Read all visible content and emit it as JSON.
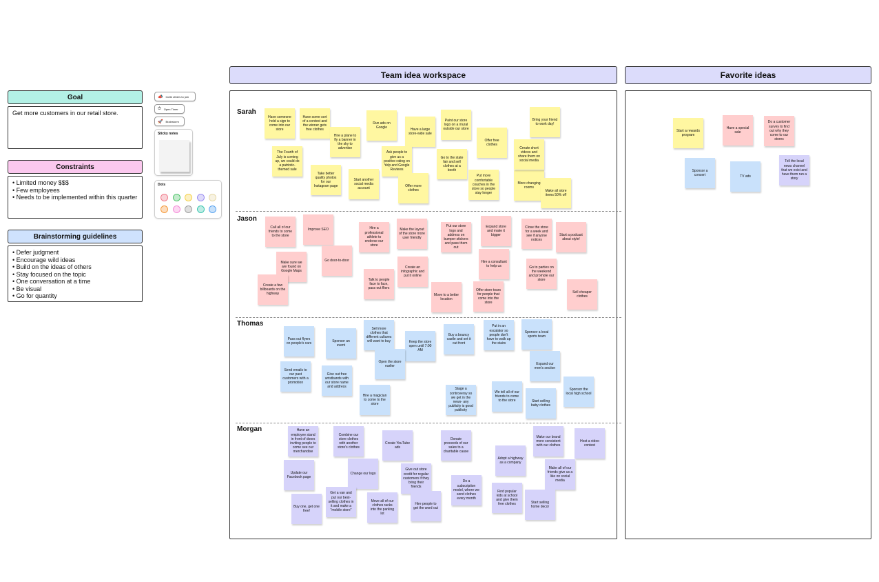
{
  "colors": {
    "goal": "#b3f1e6",
    "constraints": "#fbc8ee",
    "guidelines": "#cfe2fd",
    "workspace_header": "#dcdcfb",
    "sticky_yellow": "#fff7a1",
    "sticky_pink": "#ffcece",
    "sticky_blue": "#c9e1fb",
    "sticky_violet": "#d6d3fa"
  },
  "left": {
    "goal": {
      "title": "Goal",
      "text": "Get more customers in our retail store."
    },
    "constraints": {
      "title": "Constraints",
      "items": [
        "Limited money $$$",
        "Few employees",
        "Needs to be implemented within this quarter"
      ]
    },
    "guidelines": {
      "title": "Brainstorming guidelines",
      "items": [
        "Defer judgment",
        "Encourage wild ideas",
        "Build on the ideas of others",
        "Stay focused on the topic",
        "One conversation at a time",
        "Be visual",
        "Go for quantity"
      ]
    }
  },
  "tools": {
    "invite": {
      "label": "Invite others to join",
      "icon": "megaphone-icon"
    },
    "timer": {
      "label": "Open Timer",
      "icon": "timer-icon"
    },
    "brainstorm": {
      "label": "Brainstorm",
      "icon": "rocket-icon"
    },
    "sticky_notes_title": "Sticky notes",
    "dots_title": "Dots",
    "dot_colors": [
      "#f07a8a",
      "#4fc46a",
      "#f5d14a",
      "#9c8ff0",
      "#e6d9a8",
      "#f59a3c",
      "#f58ad8",
      "#a0a0a0",
      "#3fc7b0",
      "#5aa4f0"
    ]
  },
  "workspace": {
    "title": "Team idea workspace",
    "rows": [
      {
        "name": "Sarah",
        "color": "y",
        "notes": [
          "Have someone hold a sign to come into our store",
          "Have some sort of a contest and the winner gets free clothes",
          "Hire a plane to fly a banner in the sky to advertise",
          "Run ads on Google",
          "Have a large store-wide sale",
          "Paint our store logo on a mural outside our store",
          "Offer free clothes",
          "Bring your friend to work day!",
          "The Fourth of July is coming up, we could do a patriotic-themed sale",
          "Take better quality photos for our Instagram page",
          "Start another social media account",
          "Ask people to give us a positive rating on Yelp and Google Reviews",
          "Offer more clothes",
          "Go to the state fair and sell clothes at a booth",
          "Put more comfortable couches in the store so people stay longer",
          "More changing rooms",
          "Make all store items 50% off",
          "Create short videos and share them on social media"
        ]
      },
      {
        "name": "Jason",
        "color": "p",
        "notes": [
          "Call all of our friends to come to the store",
          "Improve SEO",
          "Hire a professional athlete to endorse our store",
          "Make the layout of the store more user friendly",
          "Put our store logo and address on bumper stickers and pass them out",
          "Expand store and make it bigger",
          "Close the store for a week and see if anyone notices",
          "Start a podcast about style!",
          "Make sure we are found on Google Maps",
          "Go door-to-door",
          "Create an infographic and put it online",
          "Hire a consultant to help us",
          "Go to parties on the weekend and promote our store",
          "Create a few billboards on the highway",
          "Talk to people face to face, pass out fliers",
          "Move to a better location",
          "Offer store tours for people that come into the store",
          "Sell cheaper clothes"
        ]
      },
      {
        "name": "Thomas",
        "color": "b",
        "notes": [
          "Pass out flyers on people's cars",
          "Sponsor an event",
          "Sell more clothes that different cultures will want to buy",
          "Keep the store open until 7:00 AM",
          "Buy a bouncy castle and set it out front",
          "Put in an escalator so people don't have to walk up the stairs",
          "Sponsor a local sports team",
          "Open the store earlier",
          "Expand our men's section",
          "Send emails to our past customers with a promotion",
          "Give out free wristbands with our store name and address",
          "Stage a controversy so we get in the news- any publicity is good publicity",
          "We tell all of our friends to come to the store",
          "Sponsor the local high school",
          "Hire a magician to come to the store",
          "Start selling baby clothes"
        ]
      },
      {
        "name": "Morgan",
        "color": "v",
        "notes": [
          "Have an employee stand in front of doors inviting people to come see our merchandise",
          "Combine our store clothes with another store's clothes",
          "Create YouTube ads",
          "Donate proceeds of our sales to a charitable cause",
          "Make our brand more consistent with our clothes",
          "Host a video contest",
          "Update our Facebook page",
          "Change our logo",
          "Give out store credit for regular customers if they bring their friends",
          "Adopt a highway as a company",
          "Make all of our friends give us a like on social media",
          "Do a subscription model, where we send clothes every month",
          "Buy one, get one free!",
          "Get a van and put our best-selling clothes in it and make a \"mobile store\"",
          "Move all of our clothes racks into the parking lot",
          "Hire people to get the word out",
          "Find popular kids at school and give them free clothes",
          "Start selling home decor"
        ]
      }
    ]
  },
  "favorites": {
    "title": "Favorite ideas",
    "notes": [
      {
        "text": "Start a rewards program",
        "color": "y"
      },
      {
        "text": "Have a special sale",
        "color": "p"
      },
      {
        "text": "Do a customer survey to find out why they come to our stores",
        "color": "p"
      },
      {
        "text": "Sponsor a concert",
        "color": "b"
      },
      {
        "text": "TV ads",
        "color": "b"
      },
      {
        "text": "Tell the local news channel that we exist and have them run a story",
        "color": "v"
      }
    ]
  }
}
